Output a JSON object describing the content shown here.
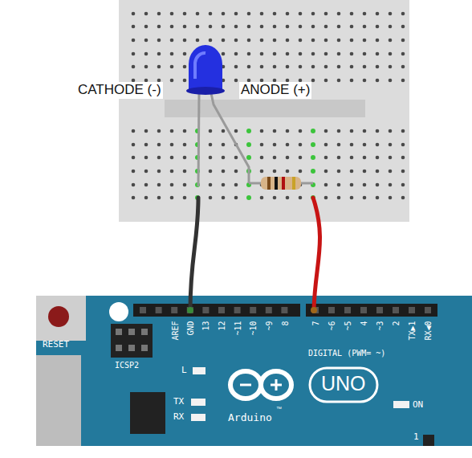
{
  "diagram": {
    "labels": [
      "CATHODE (-)",
      "ANODE (+)",
      "RESET",
      "ICSP2",
      "AREF",
      "GND",
      "13",
      "12",
      "~11",
      "~10",
      "~9",
      "8",
      "7",
      "~6",
      "~5",
      "4",
      "~3",
      "2",
      "TX▶1",
      "RX◀0",
      "DIGITAL (PWM= ~)",
      "L",
      "TX",
      "RX",
      "UNO",
      "Arduino",
      "™",
      "ON",
      "1"
    ]
  }
}
